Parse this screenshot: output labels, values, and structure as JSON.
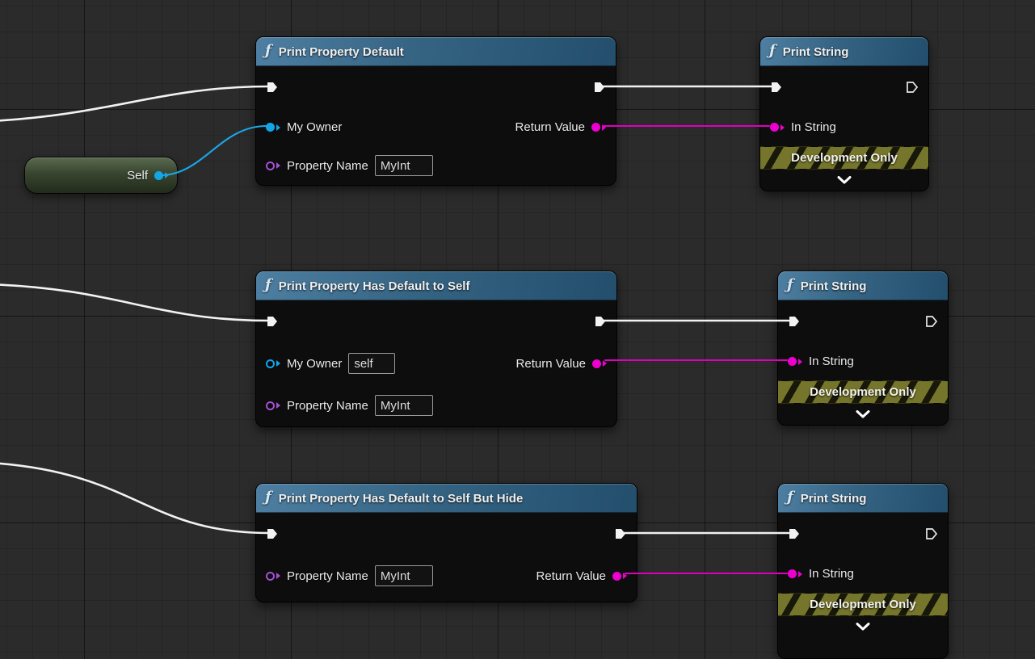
{
  "colors": {
    "wire_exec": "#f2f2f2",
    "wire_string": "#de00bc",
    "wire_object": "#1aa7e8",
    "pin_object": "#12a6e9",
    "pin_string": "#ed00cf",
    "pin_name": "#a64fd6",
    "header_blue": "#356382",
    "node_bg": "#0d0d0d",
    "devonly_stripe": "#75752c"
  },
  "icons": {
    "function": "ƒ",
    "chevron_down": "chevron-down",
    "exec_pin": "exec-arrow",
    "data_pin": "circle-arrow"
  },
  "self_node": {
    "label": "Self"
  },
  "nodes": [
    {
      "title": "Print Property Default",
      "fn_icon": "ƒ",
      "pins": {
        "my_owner": "My Owner",
        "property_name": "Property Name",
        "property_value": "MyInt",
        "return_value": "Return Value"
      }
    },
    {
      "title": "Print String",
      "fn_icon": "ƒ",
      "pins": {
        "in_string": "In String"
      },
      "dev_only": "Development Only"
    },
    {
      "title": "Print Property Has Default to Self",
      "fn_icon": "ƒ",
      "pins": {
        "my_owner": "My Owner",
        "my_owner_value": "self",
        "property_name": "Property Name",
        "property_value": "MyInt",
        "return_value": "Return Value"
      }
    },
    {
      "title": "Print String",
      "fn_icon": "ƒ",
      "pins": {
        "in_string": "In String"
      },
      "dev_only": "Development Only"
    },
    {
      "title": "Print Property Has Default to Self But Hide",
      "fn_icon": "ƒ",
      "pins": {
        "property_name": "Property Name",
        "property_value": "MyInt",
        "return_value": "Return Value"
      }
    },
    {
      "title": "Print String",
      "fn_icon": "ƒ",
      "pins": {
        "in_string": "In String"
      },
      "dev_only": "Development Only"
    }
  ]
}
